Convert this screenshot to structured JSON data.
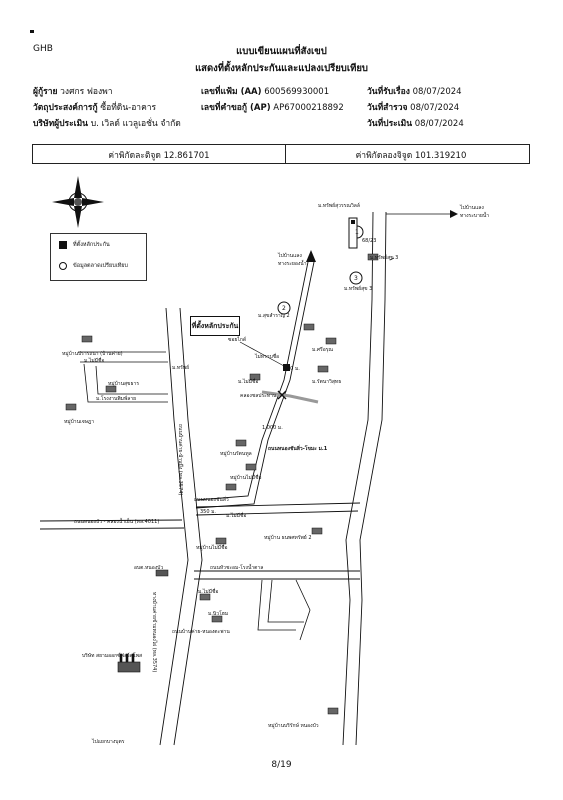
{
  "header": {
    "logo_text": "GHB",
    "title": "แบบเขียนแผนที่สังเขป",
    "subtitle": "แสดงที่ตั้งหลักประกันและแปลงเปรียบเทียบ"
  },
  "info": {
    "borrower_label": "ผู้กู้ราย",
    "borrower_value": "วงศกร ฟองพา",
    "account_label": "เลขที่แฟ้ม (AA)",
    "account_value": "600569930001",
    "received_label": "วันที่รับเรื่อง",
    "received_value": "08/07/2024",
    "purpose_label": "วัตถุประสงค์การกู้",
    "purpose_value": "ซื้อที่ดิน-อาคาร",
    "request_label": "เลขที่คำขอกู้ (AP)",
    "request_value": "AP67000218892",
    "survey_label": "วันที่สำรวจ",
    "survey_value": "08/07/2024",
    "company_label": "บริษัทผู้ประเมิน",
    "company_value": "บ. เวิลด์ แวลูเอชั่น จำกัด",
    "appraise_label": "วันที่ประเมิน",
    "appraise_value": "08/07/2024"
  },
  "coords": {
    "lat_label": "ค่าพิกัดละติจูด",
    "lat_value": "12.861701",
    "lon_label": "ค่าพิกัดลองจิจูด",
    "lon_value": "101.319210"
  },
  "legend": {
    "collateral": "ที่ตั้งหลักประกัน",
    "comparable": "ข้อมูลตลาดเปรียบเทียบ"
  },
  "map": {
    "callout": "ที่ตั้งหลักประกัน",
    "labels": {
      "l1": "ม.ทรัพย์สุวรรณวิลล์",
      "l2": "ไปบ้านแลง",
      "l3": "ทางระบายน้ำ",
      "l4": "68/23",
      "l5": "ไปบ้านแลง",
      "l6": "ทางระยองน้ำ",
      "l7": "ม.ทรัพย์สุข 3",
      "l8": "ม.ทรัพย์สุข 3",
      "l9": "ม.สุขสำราญ 2",
      "l10": "ซอยไกด์",
      "l11": "ไม่ทราบชื่อ",
      "l12": "ม.ศรีอรุณ",
      "l13": "90 ม.",
      "l14": "ม.ไม่มีชื่อ",
      "l15": "ม.รัตนาวิสุทธ",
      "l16": "คลองชลประทาน",
      "l17": "1,000 ม.",
      "l18": "ถนนหนองชันสิ่ว-โขมะ ม.1",
      "l19": "ถนนบ้านค่าย-บ้านบึง (ทล.3574)",
      "l20": "หมู่บ้านปรารถนา (บ้านค่าย)",
      "l21": "ม.ไม่มีชื่อ",
      "l22": "หมู่บ้านสุขธาร",
      "l23": "ม.โรงงานพิมพ์ลาย",
      "l24": "หมู่บ้านเจษฎา",
      "l25": "ม.ทรัพย์",
      "l26": "หมู่บ้านรัตนทูล",
      "l27": "หมู่บ้านไม่มีชื่อ",
      "l28": "ถนนหนองชันสิ่ว",
      "l29": "350 ม.",
      "l30": "ถนนหนองบัว - คลองน้ำเย็น (ทล.4011)",
      "l31": "ม.ไม่มีชื่อ",
      "l32": "หมู่บ้าน ธนพศทรัพย์ 2",
      "l33": "หมู่บ้านไม่มีชื่อ",
      "l34": "อบต.หนองบัว",
      "l35": "ถนนหัวชะอม-โรงน้ำตาล",
      "l36": "ม.ไม่มีชื่อ",
      "l37": "ม.นิวโฮม",
      "l38": "ถนนบ้านค่าย-หนองตะพาน",
      "l39": "บริษัท สยามออกซ์ฟอร์ดโพส",
      "l40": "หมู่บ้านบริรักษ์ หนองบัว",
      "l41": "ไปแยกบางบุตร",
      "l42": "ทางบ้านค่ายข้ามหนองไผ่ (ทล.3574)"
    },
    "markers": {
      "m1": "1",
      "m2": "2",
      "m3": "3"
    }
  },
  "footer": {
    "page": "8/19"
  }
}
